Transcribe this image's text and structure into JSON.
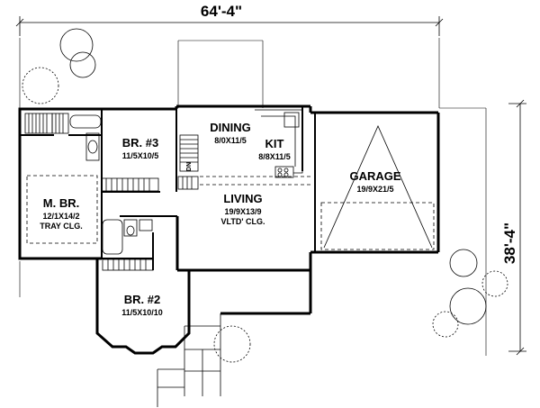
{
  "dimensions": {
    "width": "64'-4\"",
    "depth": "38'-4\""
  },
  "rooms": {
    "master": {
      "name": "M. BR.",
      "size": "12/1X14/2",
      "note": "TRAY CLG."
    },
    "br3": {
      "name": "BR. #3",
      "size": "11/5X10/5"
    },
    "br2": {
      "name": "BR. #2",
      "size": "11/5X10/10"
    },
    "dining": {
      "name": "DINING",
      "size": "8/0X11/5"
    },
    "kitchen": {
      "name": "KIT",
      "size": "8/8X11/5"
    },
    "living": {
      "name": "LIVING",
      "size": "19/9X13/9",
      "note": "VLTD' CLG."
    },
    "garage": {
      "name": "GARAGE",
      "size": "19/9X21/5"
    }
  },
  "stair_label": "DN"
}
